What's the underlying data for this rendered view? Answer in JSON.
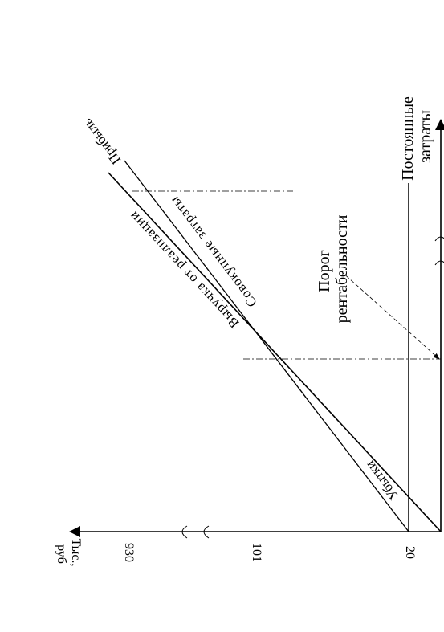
{
  "axis": {
    "y_label_line1": "Тыс.,",
    "y_label_line2": "руб",
    "ticks": [
      "20",
      "101",
      "930"
    ]
  },
  "lines": {
    "fixed_costs": "Постоянные",
    "fixed_costs_2": "затраты",
    "threshold_1": "Порог",
    "threshold_2": "рентабельности",
    "total_costs": "Совокупные затраты",
    "revenue": "Выручка от реализации",
    "profit": "Прибыль",
    "losses": "Убытки"
  }
}
